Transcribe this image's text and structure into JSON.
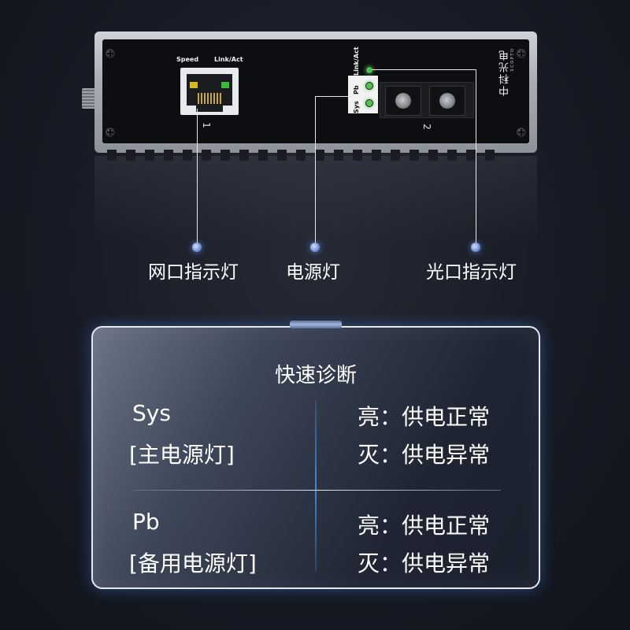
{
  "device": {
    "port1_led_label_left": "Speed",
    "port1_led_label_right": "Link/Act",
    "port1_number": "1",
    "port2_number": "2",
    "indicator_labels": {
      "link": "Link/Act",
      "pb": "Pb",
      "sys": "Sys"
    },
    "brand_text": "中科光电",
    "brand_sub": "S C O P T O",
    "led_color": "#4ec14e"
  },
  "callouts": {
    "network_port": "网口指示灯",
    "power": "电源灯",
    "optical_port": "光口指示灯"
  },
  "panel": {
    "title": "快速诊断",
    "rows": [
      {
        "name": "Sys",
        "desc": "[主电源灯]",
        "on": "亮：供电正常",
        "off": "灭：供电异常"
      },
      {
        "name": "Pb",
        "desc": "[备用电源灯]",
        "on": "亮：供电正常",
        "off": "灭：供电异常"
      }
    ]
  }
}
